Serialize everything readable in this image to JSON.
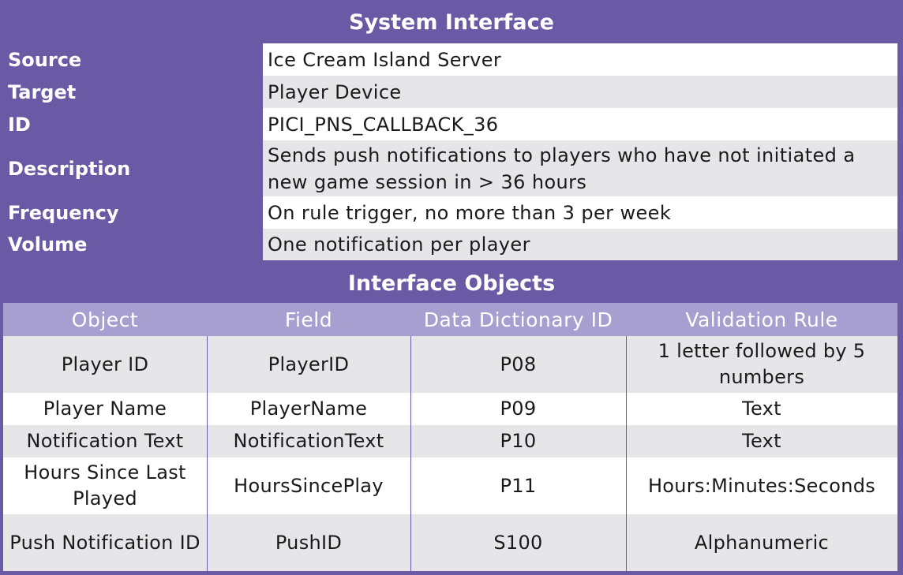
{
  "system_interface": {
    "title": "System Interface",
    "rows": [
      {
        "key": "Source",
        "value": "Ice Cream Island Server"
      },
      {
        "key": "Target",
        "value": "Player Device"
      },
      {
        "key": "ID",
        "value": "PICI_PNS_CALLBACK_36"
      },
      {
        "key": "Description",
        "value": "Sends push notifications to players who have not initiated a new game session in > 36 hours"
      },
      {
        "key": "Frequency",
        "value": "On rule trigger, no more than 3 per week"
      },
      {
        "key": "Volume",
        "value": "One notification per player"
      }
    ]
  },
  "interface_objects": {
    "title": "Interface Objects",
    "columns": [
      "Object",
      "Field",
      "Data Dictionary ID",
      "Validation Rule"
    ],
    "rows": [
      [
        "Player ID",
        "PlayerID",
        "P08",
        "1 letter followed by 5 numbers"
      ],
      [
        "Player Name",
        "PlayerName",
        "P09",
        "Text"
      ],
      [
        "Notification Text",
        "NotificationText",
        "P10",
        "Text"
      ],
      [
        "Hours Since Last Played",
        "HoursSincePlay",
        "P11",
        "Hours:Minutes:Seconds"
      ],
      [
        "Push Notification ID",
        "PushID",
        "S100",
        "Alphanumeric"
      ]
    ]
  },
  "colors": {
    "frame": "#6a5aa6",
    "header_row": "#a79fd0",
    "row_grey": "#e6e6e8",
    "row_white": "#ffffff"
  }
}
